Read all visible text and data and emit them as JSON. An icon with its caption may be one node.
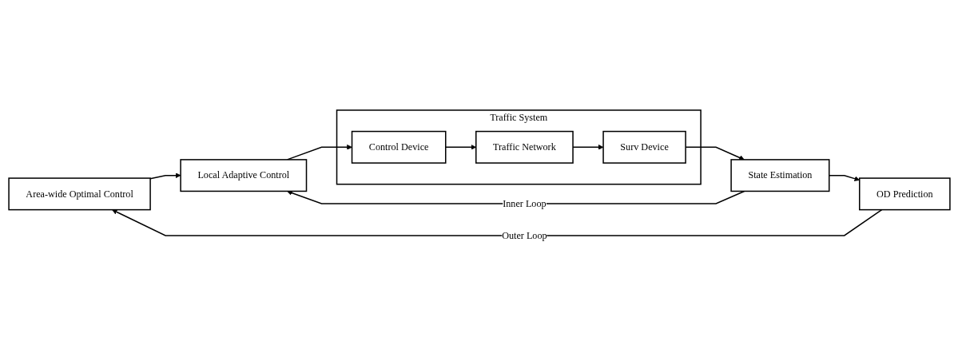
{
  "diagram": {
    "nodes": [
      {
        "text": [
          "Area-wide Optimal Control"
        ]
      },
      {
        "text": [
          "Local Adaptive Control"
        ]
      },
      {
        "text": [
          "Traffic System"
        ]
      },
      {
        "text": [
          "Control Device"
        ],
        "in": 2
      },
      {
        "text": [
          "Traffic Network"
        ],
        "in": 2
      },
      {
        "text": [
          "Surv Device"
        ],
        "in": 2
      },
      {
        "text": [
          "State Estimation"
        ]
      },
      {
        "text": [
          "OD Prediction"
        ]
      }
    ],
    "edges": [
      {
        "from": 0,
        "to": 1,
        "arrow": "to"
      },
      {
        "from": 1,
        "to": 3,
        "arrow": "to"
      },
      {
        "from": 3,
        "to": 4,
        "arrow": "to"
      },
      {
        "from": 4,
        "to": 5,
        "arrow": "to"
      },
      {
        "from": 5,
        "to": 6,
        "arrow": "to"
      },
      {
        "from": 6,
        "to": 7,
        "arrow": "to"
      },
      {
        "from": 6,
        "to": 1,
        "arrow": "to",
        "label": "Inner Loop"
      },
      {
        "from": 7,
        "to": 0,
        "arrow": "to",
        "label": "Outer Loop"
      }
    ]
  }
}
